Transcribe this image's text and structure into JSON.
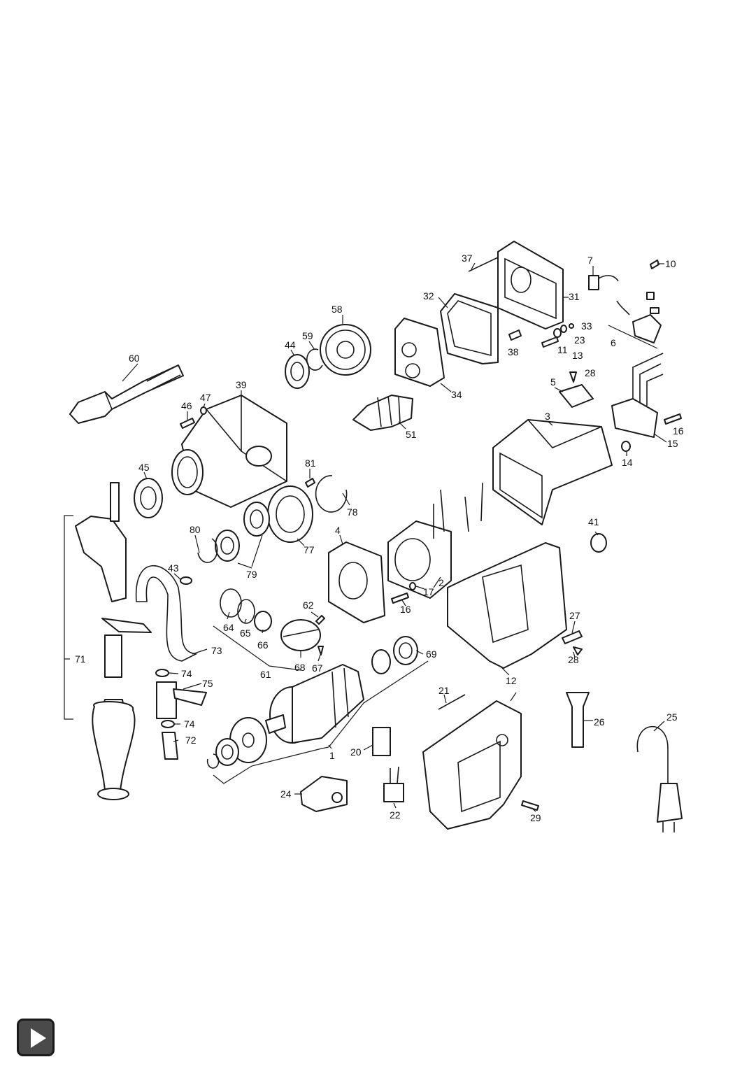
{
  "diagram": {
    "labels": {
      "p1": "1",
      "p2": "2",
      "p3": "3",
      "p4": "4",
      "p5": "5",
      "p6": "6",
      "p7": "7",
      "p10": "10",
      "p11": "11",
      "p12": "12",
      "p13": "13",
      "p14": "14",
      "p15": "15",
      "p16a": "16",
      "p16b": "16",
      "p17": "17",
      "p20": "20",
      "p21": "21",
      "p22": "22",
      "p23": "23",
      "p24": "24",
      "p25": "25",
      "p26": "26",
      "p27": "27",
      "p28a": "28",
      "p28b": "28",
      "p29": "29",
      "p31": "31",
      "p32": "32",
      "p33": "33",
      "p34": "34",
      "p37": "37",
      "p38": "38",
      "p39": "39",
      "p41": "41",
      "p43": "43",
      "p44": "44",
      "p45": "45",
      "p46": "46",
      "p47": "47",
      "p51": "51",
      "p58": "58",
      "p59": "59",
      "p60": "60",
      "p61": "61",
      "p62": "62",
      "p64": "64",
      "p65": "65",
      "p66": "66",
      "p67": "67",
      "p68": "68",
      "p69": "69",
      "p71": "71",
      "p72": "72",
      "p73": "73",
      "p74a": "74",
      "p74b": "74",
      "p75": "75",
      "p77": "77",
      "p78": "78",
      "p79": "79",
      "p80": "80",
      "p81": "81"
    }
  },
  "icons": {
    "play_button": "play-icon"
  }
}
